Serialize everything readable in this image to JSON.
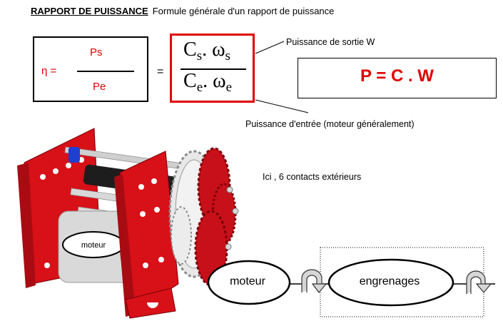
{
  "header": {
    "title": "RAPPORT DE PUISSANCE",
    "subtitle": "Formule générale d'un rapport de puissance"
  },
  "efficiency_formula": {
    "symbol": "η =",
    "numerator": "Ps",
    "denominator": "Pe"
  },
  "equals_sign": "=",
  "torque_formula": {
    "num_C": "C",
    "num_C_sub": "s",
    "num_dot": ". ω",
    "num_w_sub": "s",
    "den_C": "C",
    "den_C_sub": "e",
    "den_dot": ". ω",
    "den_w_sub": "e"
  },
  "power_formula": "P = C . W",
  "annotations": {
    "output_power": "Puissance de sortie W",
    "input_power": "Puissance d'entrée (moteur généralement)",
    "contacts": "Ici , 6 contacts extérieurs"
  },
  "photo": {
    "motor_label": "moteur"
  },
  "flow": {
    "motor": "moteur",
    "gears": "engrenages"
  },
  "colors": {
    "red": "#e00000",
    "frame_red": "#d81018",
    "gear_red": "#c8101a",
    "gear_white": "#e8e8e8"
  }
}
